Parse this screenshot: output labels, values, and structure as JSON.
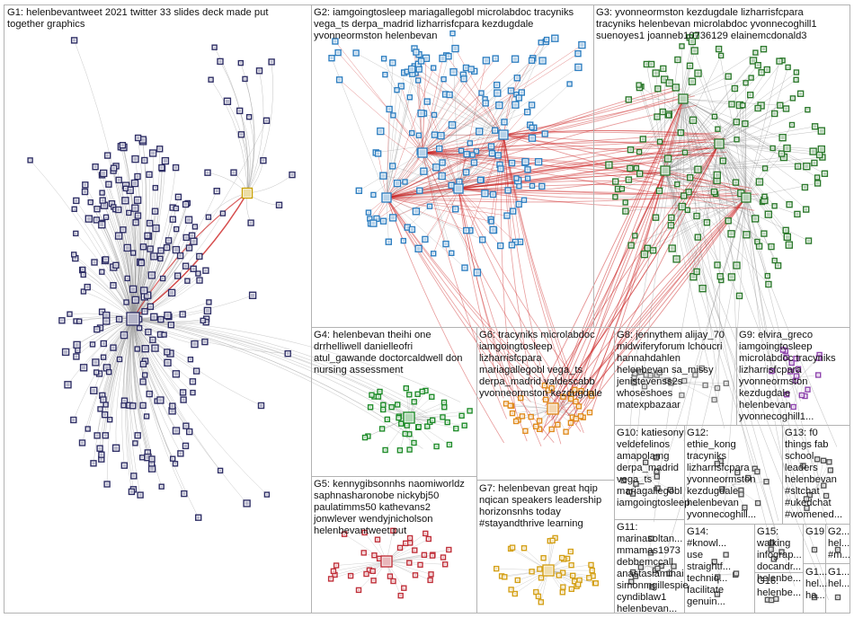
{
  "groups": [
    {
      "id": "G1",
      "label": "G1: helenbevantweet 2021 twitter 33 slides deck made put\ntogether graphics",
      "node_color": "#2f2f66",
      "edge_color": "#9a9a9a"
    },
    {
      "id": "G2",
      "label": "G2: iamgoingtosleep mariagallegobl microlabdoc tracyniks\nvega_ts derpa_madrid lizharrisfcpara kezdugdale\nyvonneormston helenbevan",
      "node_color": "#2f7fc1",
      "edge_color": "#d65050"
    },
    {
      "id": "G3",
      "label": "G3: yvonneormston kezdugdale lizharrisfcpara\ntracyniks helenbevan microlabdoc yvonnecoghill1\nsuenoyes1 joanneb10736129 elainemcdonald3",
      "node_color": "#2d7a2d",
      "edge_color": "#8a8a8a"
    },
    {
      "id": "G4",
      "label": "G4: helenbevan theihi one\ndrrhelliwell danielleofri\natul_gawande doctorcaldwell don\nnursing assessment",
      "node_color": "#1f8c2a",
      "edge_color": "#9a9a9a"
    },
    {
      "id": "G5",
      "label": "G5: kennygibsonnhs naomiworldz\nsaphnasharonobe nickybj50\npaulatimms50 kathevans2\njonwlever wendyjnicholson\nhelenbevantweet put",
      "node_color": "#c0303a",
      "edge_color": "#b0b0b0"
    },
    {
      "id": "G6",
      "label": "G6: tracyniks microlabdoc\niamgoingtosleep\nlizharrisfcpara\nmariagallegobl vega_ts\nderpa_madrid valdescabb\nyvonneormston kezdugdale",
      "node_color": "#e08a1c",
      "edge_color": "#b0b0b0"
    },
    {
      "id": "G7",
      "label": "G7: helenbevan great hqip\nnqican speakers leadership\nhorizonsnhs today\n#stayandthrive learning",
      "node_color": "#d4a017",
      "edge_color": "#b0b0b0"
    },
    {
      "id": "G8",
      "label": "G8: jennythem alijay_70\nmidwiferyforum lchoucri\nhannahdahlen\nhelenbevan sa_missy\njenistevenss2s\nwhoseshoes\nmatexpbazaar",
      "node_color": "#7a7a7a",
      "edge_color": "#b0b0b0"
    },
    {
      "id": "G9",
      "label": "G9: elvira_greco\niamgoingtosleep\nmicrolabdoc tracyniks\nlizharrisfcpara\nyvonneormston\nkezdugdale\nhelenbevan\nyvonnecoghill1...",
      "node_color": "#8e44ad",
      "edge_color": "#b0b0b0"
    },
    {
      "id": "G10",
      "label": "G10: katiesony\nveldefelinos\namapolamg\nderpa_madrid\nvega_ts\nmariagallegobl\niamgoingtosleep...",
      "node_color": "#555555",
      "edge_color": "#b0b0b0"
    },
    {
      "id": "G11",
      "label": "G11: marinasoltan...\nmmamas1973\ndebbemccall\nanastasiamihai\nsimonmgillespie\ncyndiblaw1\nhelenbevan...",
      "node_color": "#555555",
      "edge_color": "#b0b0b0"
    },
    {
      "id": "G12",
      "label": "G12:\nethie_kong\ntracyniks\nlizharrisfcpara\nyvonneormston\nkezdugdale\nhelenbevan\nyvonnecoghill...",
      "node_color": "#555555",
      "edge_color": "#b0b0b0"
    },
    {
      "id": "G13",
      "label": "G13: f0\nthings fab\nschool\nleaders\nhelenbevan\n#sltchat\n#ukedchat\n#womened...",
      "node_color": "#555555",
      "edge_color": "#b0b0b0"
    },
    {
      "id": "G14",
      "label": "G14:\n#knowl...\nuse\nstraightf...\ntechniq...\nfacilitate\ngenuin...",
      "node_color": "#555555",
      "edge_color": "#b0b0b0"
    },
    {
      "id": "G15",
      "label": "G15:\nwalking\ninfograp...\ndocandr...\nhelenbe...",
      "node_color": "#555555",
      "edge_color": "#b0b0b0"
    },
    {
      "id": "G16",
      "label": "G16:\nhelenbe...",
      "node_color": "#555555",
      "edge_color": "#b0b0b0"
    },
    {
      "id": "G19",
      "label": "G19",
      "node_color": "#555555",
      "edge_color": "#b0b0b0"
    },
    {
      "id": "G2x",
      "label": "G2...\nhel...\n#m...",
      "node_color": "#555555",
      "edge_color": "#b0b0b0"
    },
    {
      "id": "G1x",
      "label": "G1...\nhel...\nha...",
      "node_color": "#555555",
      "edge_color": "#b0b0b0"
    },
    {
      "id": "G1y",
      "label": "G1...\nhel...",
      "node_color": "#555555",
      "edge_color": "#b0b0b0"
    }
  ],
  "inter_group_edge_color": "#cc2222"
}
